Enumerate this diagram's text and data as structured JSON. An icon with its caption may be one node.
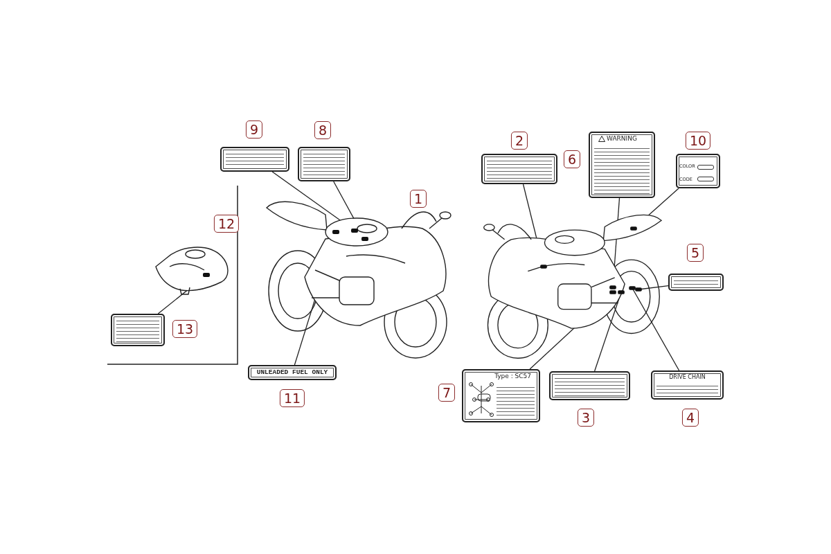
{
  "diagram": {
    "nodes": [
      {
        "text": [],
        "shape": "box",
        "beside": [
          "9"
        ]
      },
      {
        "text": [],
        "shape": "box",
        "beside": [
          "8"
        ]
      },
      {
        "text": [],
        "shape": "box",
        "beside": [
          "2"
        ]
      },
      {
        "text": [
          "WARNING"
        ],
        "beside": [
          "6"
        ]
      },
      {
        "text": [
          "COLOR",
          "CODE"
        ],
        "beside": [
          "10"
        ]
      },
      {
        "text": [],
        "shape": "picture"
      },
      {
        "text": [],
        "shape": "picture"
      },
      {
        "text": [],
        "shape": "picture"
      },
      {
        "text": [],
        "shape": "box",
        "beside": [
          "5"
        ]
      },
      {
        "text": [],
        "shape": "box",
        "beside": [
          "13"
        ]
      },
      {
        "text": [
          "UNLEADED FUEL ONLY"
        ],
        "beside": [
          "11"
        ]
      },
      {
        "text": [
          "Type : SC57"
        ],
        "beside": [
          "7"
        ]
      },
      {
        "text": [],
        "shape": "box",
        "beside": [
          "3"
        ]
      },
      {
        "text": [
          "DRIVE CHAIN"
        ],
        "beside": [
          "4"
        ]
      }
    ],
    "edges": [
      {
        "from": 0,
        "to": 5,
        "arrow": "none"
      },
      {
        "from": 1,
        "to": 5,
        "arrow": "none"
      },
      {
        "from": 10,
        "to": 5,
        "arrow": "none"
      },
      {
        "from": 9,
        "to": 7,
        "arrow": "none"
      },
      {
        "from": 2,
        "to": 6,
        "arrow": "none"
      },
      {
        "from": 3,
        "to": 6,
        "arrow": "none"
      },
      {
        "from": 4,
        "to": 6,
        "arrow": "none"
      },
      {
        "from": 8,
        "to": 6,
        "arrow": "none"
      },
      {
        "from": 11,
        "to": 6,
        "arrow": "none"
      },
      {
        "from": 12,
        "to": 6,
        "arrow": "none"
      },
      {
        "from": 13,
        "to": 6,
        "arrow": "none"
      }
    ],
    "labels": [
      "1",
      "12"
    ]
  }
}
